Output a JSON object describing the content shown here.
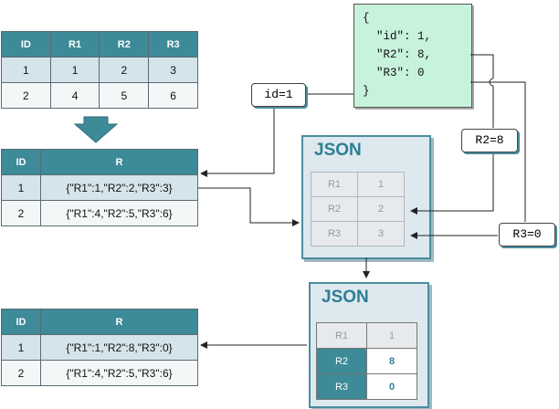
{
  "table1": {
    "headers": [
      "ID",
      "R1",
      "R2",
      "R3"
    ],
    "rows": [
      [
        "1",
        "1",
        "2",
        "3"
      ],
      [
        "2",
        "4",
        "5",
        "6"
      ]
    ]
  },
  "table2": {
    "headers": [
      "ID",
      "R"
    ],
    "rows": [
      [
        "1",
        "{\"R1\":1,\"R2\":2,\"R3\":3}"
      ],
      [
        "2",
        "{\"R1\":4,\"R2\":5,\"R3\":6}"
      ]
    ]
  },
  "table3": {
    "headers": [
      "ID",
      "R"
    ],
    "rows": [
      [
        "1",
        "{\"R1\":1,\"R2\":8,\"R3\":0}"
      ],
      [
        "2",
        "{\"R1\":4,\"R2\":5,\"R3\":6}"
      ]
    ]
  },
  "json_box1": {
    "title": "JSON",
    "rows": [
      [
        "R1",
        "1"
      ],
      [
        "R2",
        "2"
      ],
      [
        "R3",
        "3"
      ]
    ]
  },
  "json_box2": {
    "title": "JSON",
    "rows": [
      [
        "R1",
        "1"
      ],
      [
        "R2",
        "8"
      ],
      [
        "R3",
        "0"
      ]
    ]
  },
  "code": {
    "lines": [
      "{",
      "  \"id\": 1,",
      "  \"R2\": 8,",
      "  \"R3\": 0",
      "}"
    ]
  },
  "tags": {
    "id": "id=1",
    "r2": "R2=8",
    "r3": "R3=0"
  },
  "colors": {
    "header": "#3d8a98",
    "row_alt": "#d4e4ea",
    "json_bg": "#dde9ee",
    "code_bg": "#c7f2dc",
    "arrow": "#3d8a98"
  }
}
